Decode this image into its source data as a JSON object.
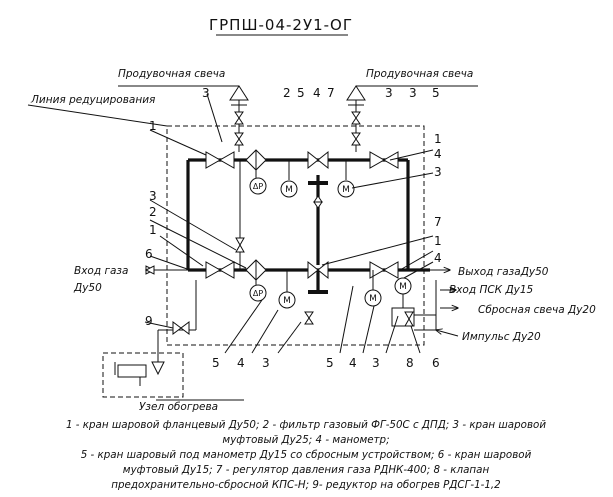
{
  "title": "ГРПШ-04-2У1-ОГ",
  "labels": {
    "purge_left": "Продувочная свеча",
    "purge_right": "Продувочная свеча",
    "reduction_line": "Линия редуцирования",
    "gas_inlet_1": "Вход газа",
    "gas_inlet_2": "Ду50",
    "gas_outlet": "Выход газаДу50",
    "psk_inlet": "Вход ПСК Ду15",
    "relief_candle": "Сбросная свеча Ду20",
    "impulse": "Импульс Ду20",
    "heating_unit": "Узел обогрева",
    "dp": "ΔP",
    "manometer": "M"
  },
  "callouts": {
    "top_left_3": "3",
    "top_2": "2",
    "top_5": "5",
    "top_4": "4",
    "top_7": "7",
    "top_r3a": "3",
    "top_r3b": "3",
    "top_r5": "5",
    "left_1a": "1",
    "left_3": "3",
    "left_2": "2",
    "left_1b": "1",
    "left_6": "6",
    "left_9": "9",
    "right_4a": "4",
    "right_1a": "1",
    "right_3": "3",
    "right_7": "7",
    "right_1b": "1",
    "right_4b": "4",
    "bot_5a": "5",
    "bot_4": "4",
    "bot_3": "3",
    "bot_5b": "5",
    "bot_4b": "4",
    "bot_3b": "3",
    "bot_8": "8",
    "bot_6": "6"
  },
  "legend": [
    "1 - кран шаровой фланцевый Ду50; 2 - фильтр газовый ФГ-50С с ДПД; 3 - кран шаровой",
    "муфтовый Ду25; 4 - манометр;",
    "5 - кран шаровый под манометр Ду15 со сбросным устройством; 6 - кран шаровой",
    "муфтовый Ду15; 7 - регулятор давления газа РДНК-400; 8 - клапан",
    "предохранительно-сбросной КПС-Н; 9- редуктор на обогрев РДСГ-1-1,2"
  ]
}
